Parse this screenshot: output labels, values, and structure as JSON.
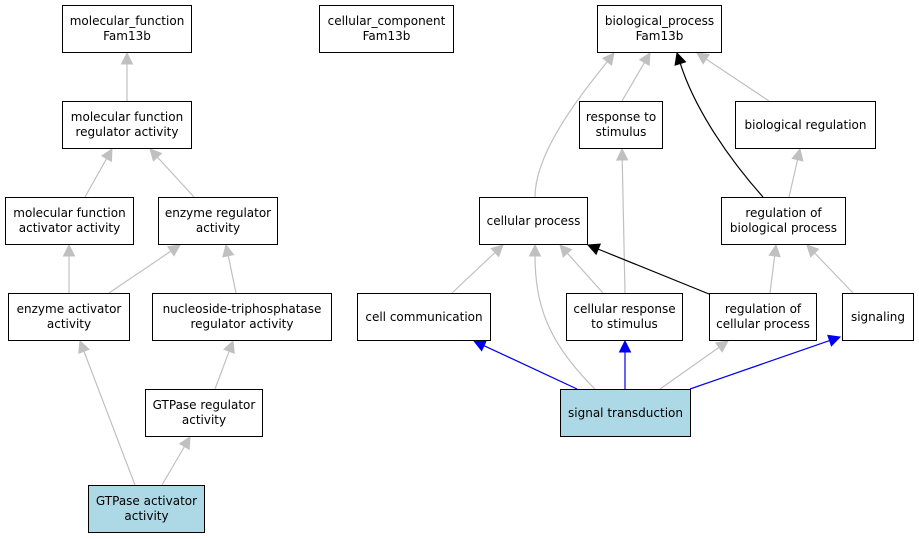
{
  "colors": {
    "edge_default": "#c0c0c0",
    "edge_black": "#000000",
    "edge_blue": "#0000ee",
    "node_highlight": "#add8e6",
    "node_border": "#000000",
    "node_fill": "#ffffff"
  },
  "nodes": {
    "mf_root": {
      "label": "molecular_function\nFam13b",
      "highlighted": false
    },
    "cc_root": {
      "label": "cellular_component\nFam13b",
      "highlighted": false
    },
    "bp_root": {
      "label": "biological_process\nFam13b",
      "highlighted": false
    },
    "mf_reg": {
      "label": "molecular function\nregulator activity",
      "highlighted": false
    },
    "resp_stim": {
      "label": "response to\nstimulus",
      "highlighted": false
    },
    "bio_reg": {
      "label": "biological regulation",
      "highlighted": false
    },
    "mf_act": {
      "label": "molecular function\nactivator activity",
      "highlighted": false
    },
    "enz_reg": {
      "label": "enzyme regulator\nactivity",
      "highlighted": false
    },
    "cell_proc": {
      "label": "cellular process",
      "highlighted": false
    },
    "reg_bio": {
      "label": "regulation of\nbiological process",
      "highlighted": false
    },
    "enz_act": {
      "label": "enzyme activator\nactivity",
      "highlighted": false
    },
    "ntp_reg": {
      "label": "nucleoside-triphosphatase\nregulator activity",
      "highlighted": false
    },
    "cell_comm": {
      "label": "cell communication",
      "highlighted": false
    },
    "cell_resp": {
      "label": "cellular response\nto stimulus",
      "highlighted": false
    },
    "reg_cell": {
      "label": "regulation of\ncellular process",
      "highlighted": false
    },
    "signaling": {
      "label": "signaling",
      "highlighted": false
    },
    "gtpase_reg": {
      "label": "GTPase regulator\nactivity",
      "highlighted": false
    },
    "sig_trans": {
      "label": "signal transduction",
      "highlighted": true
    },
    "gtpase_act": {
      "label": "GTPase activator\nactivity",
      "highlighted": true
    }
  },
  "edges": [
    {
      "from": "mf_reg",
      "to": "mf_root",
      "style": "default"
    },
    {
      "from": "mf_act",
      "to": "mf_reg",
      "style": "default"
    },
    {
      "from": "enz_reg",
      "to": "mf_reg",
      "style": "default"
    },
    {
      "from": "enz_act",
      "to": "mf_act",
      "style": "default"
    },
    {
      "from": "enz_act",
      "to": "enz_reg",
      "style": "default"
    },
    {
      "from": "ntp_reg",
      "to": "enz_reg",
      "style": "default"
    },
    {
      "from": "gtpase_reg",
      "to": "ntp_reg",
      "style": "default"
    },
    {
      "from": "gtpase_act",
      "to": "enz_act",
      "style": "default"
    },
    {
      "from": "gtpase_act",
      "to": "gtpase_reg",
      "style": "default"
    },
    {
      "from": "resp_stim",
      "to": "bp_root",
      "style": "default"
    },
    {
      "from": "cell_proc",
      "to": "bp_root",
      "style": "default"
    },
    {
      "from": "bio_reg",
      "to": "bp_root",
      "style": "default"
    },
    {
      "from": "reg_bio",
      "to": "bp_root",
      "style": "black"
    },
    {
      "from": "reg_bio",
      "to": "bio_reg",
      "style": "default"
    },
    {
      "from": "cell_comm",
      "to": "cell_proc",
      "style": "default"
    },
    {
      "from": "cell_resp",
      "to": "cell_proc",
      "style": "default"
    },
    {
      "from": "cell_resp",
      "to": "resp_stim",
      "style": "default"
    },
    {
      "from": "reg_cell",
      "to": "cell_proc",
      "style": "black"
    },
    {
      "from": "reg_cell",
      "to": "reg_bio",
      "style": "default"
    },
    {
      "from": "signaling",
      "to": "reg_bio",
      "style": "default"
    },
    {
      "from": "sig_trans",
      "to": "cell_comm",
      "style": "blue"
    },
    {
      "from": "sig_trans",
      "to": "cell_resp",
      "style": "blue"
    },
    {
      "from": "sig_trans",
      "to": "signaling",
      "style": "blue"
    },
    {
      "from": "sig_trans",
      "to": "reg_cell",
      "style": "default"
    },
    {
      "from": "sig_trans",
      "to": "cell_proc",
      "style": "default"
    }
  ]
}
